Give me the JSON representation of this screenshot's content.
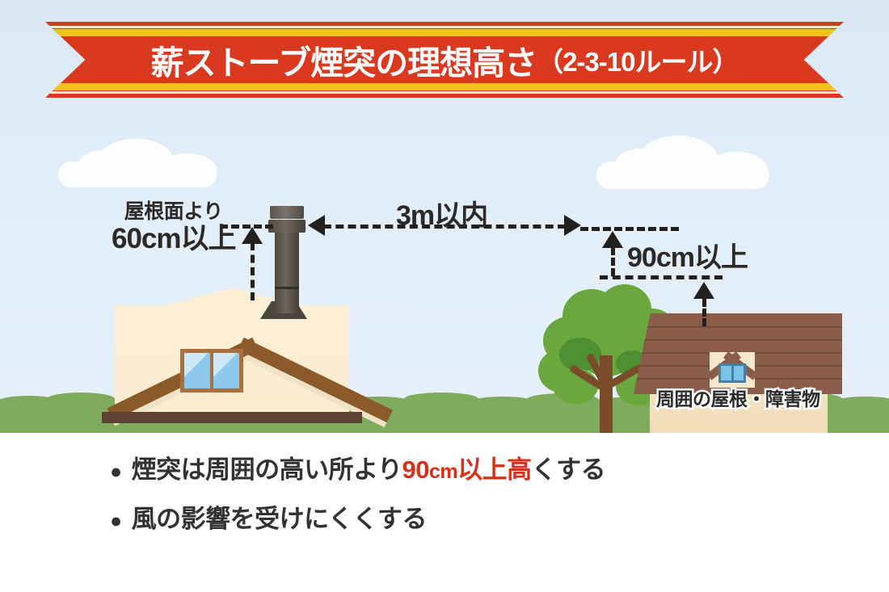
{
  "banner": {
    "title_main": "薪ストーブ煙突の理想高さ",
    "title_paren": "（2-3-10ルール）",
    "bg_color": "#d93a1f",
    "stripe_color": "#f5c21b",
    "text_color": "#ffffff"
  },
  "scene": {
    "sky_color": "#dceaf6",
    "ground_color": "#7fac5c"
  },
  "annotations": {
    "roof_clearance": {
      "line1": "屋根面より",
      "line2": "60cm以上"
    },
    "horizontal_distance": "3m以内",
    "obstacle_clearance": "90cm以上",
    "obstacle_label": "周囲の屋根・障害物"
  },
  "bullets": [
    {
      "marker": "●",
      "text_before": "煙突は周囲の高い所より",
      "accent_number": "90",
      "accent_unit": "cm",
      "accent_after": "以上高",
      "text_after": "くする",
      "accent_color": "#d8301a"
    },
    {
      "marker": "●",
      "text_before": "風の影響を受けにくくする",
      "accent_number": "",
      "accent_unit": "",
      "accent_after": "",
      "text_after": ""
    }
  ]
}
